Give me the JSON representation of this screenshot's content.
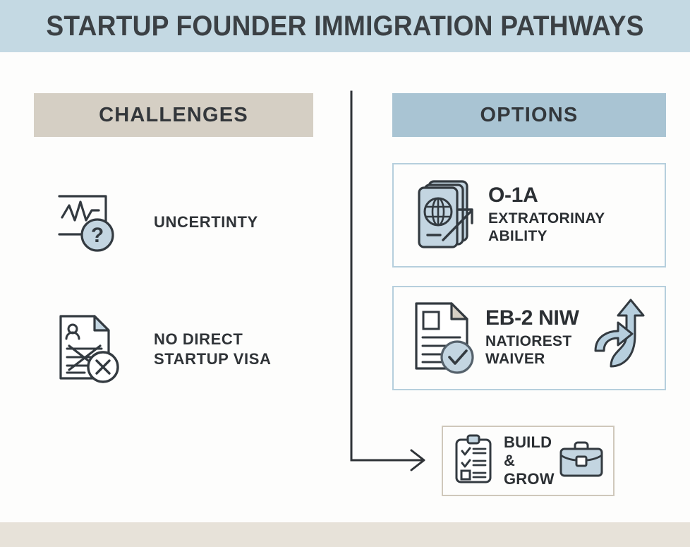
{
  "header": {
    "title": "STARTUP FOUNDER IMMIGRATION PATHWAYS",
    "band_color": "#c4d9e3",
    "title_color": "#3b4044"
  },
  "footer": {
    "band_color": "#e7e2d9"
  },
  "columns": {
    "left": {
      "heading": "CHALLENGES",
      "heading_bg": "#d5cfc4"
    },
    "right": {
      "heading": "OPTIONS",
      "heading_bg": "#a9c4d3"
    }
  },
  "challenges": [
    {
      "label": "UNCERTINTY",
      "icon": "chart-question-icon"
    },
    {
      "label": "NO DIRECT\nSTARTUP VISA",
      "icon": "document-crossed-out-icon"
    }
  ],
  "options": [
    {
      "title": "O-1A",
      "subtitle": "EXTRATORINAY\nABILITY",
      "icon": "passport-globe-arrow-icon",
      "border_color": "#b6cfdd"
    },
    {
      "title": "EB-2 NIW",
      "subtitle": "NATIOREST\nWAIVER",
      "icon": "document-check-icon",
      "secondary_icon": "curved-up-arrow-icon",
      "border_color": "#b6cfdd"
    }
  ],
  "outcome": {
    "label": "BUILD &\nGROW",
    "icon": "clipboard-checklist-icon",
    "secondary_icon": "briefcase-icon",
    "border_color": "#cfc8bb"
  },
  "connector": {
    "type": "elbow-arrow",
    "stroke_color": "#2f3337"
  },
  "palette": {
    "icon_fill": "#c3d5e1",
    "icon_stroke": "#333a40",
    "paper_white": "#fdfdfc",
    "accent_blue": "#a9c4d3",
    "accent_taupe": "#d5cfc4"
  }
}
